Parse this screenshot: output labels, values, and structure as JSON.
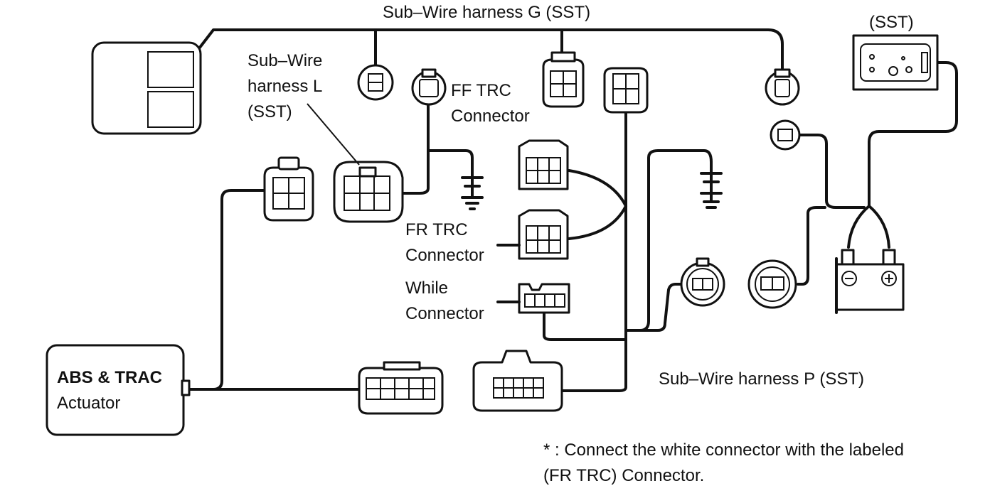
{
  "labels": {
    "harness_g": "Sub–Wire harness G (SST)",
    "harness_l_line1": "Sub–Wire",
    "harness_l_line2": "harness L",
    "harness_l_line3": "(SST)",
    "ff_trc_line1": "FF TRC",
    "ff_trc_line2": "Connector",
    "fr_trc_line1": "FR TRC",
    "fr_trc_line2": "Connector",
    "while_line1": "While",
    "while_line2": "Connector",
    "actuator_line1": "ABS & TRAC",
    "actuator_line2": "Actuator",
    "sst": "(SST)",
    "harness_p": "Sub–Wire harness P (SST)",
    "note_line1": "* : Connect the white connector with the labeled",
    "note_line2": "(FR TRC) Connector."
  },
  "icons": [
    "ground-symbol",
    "battery-negative-terminal",
    "battery-positive-terminal"
  ],
  "colors": {
    "ink": "#111111",
    "paper": "#ffffff"
  }
}
